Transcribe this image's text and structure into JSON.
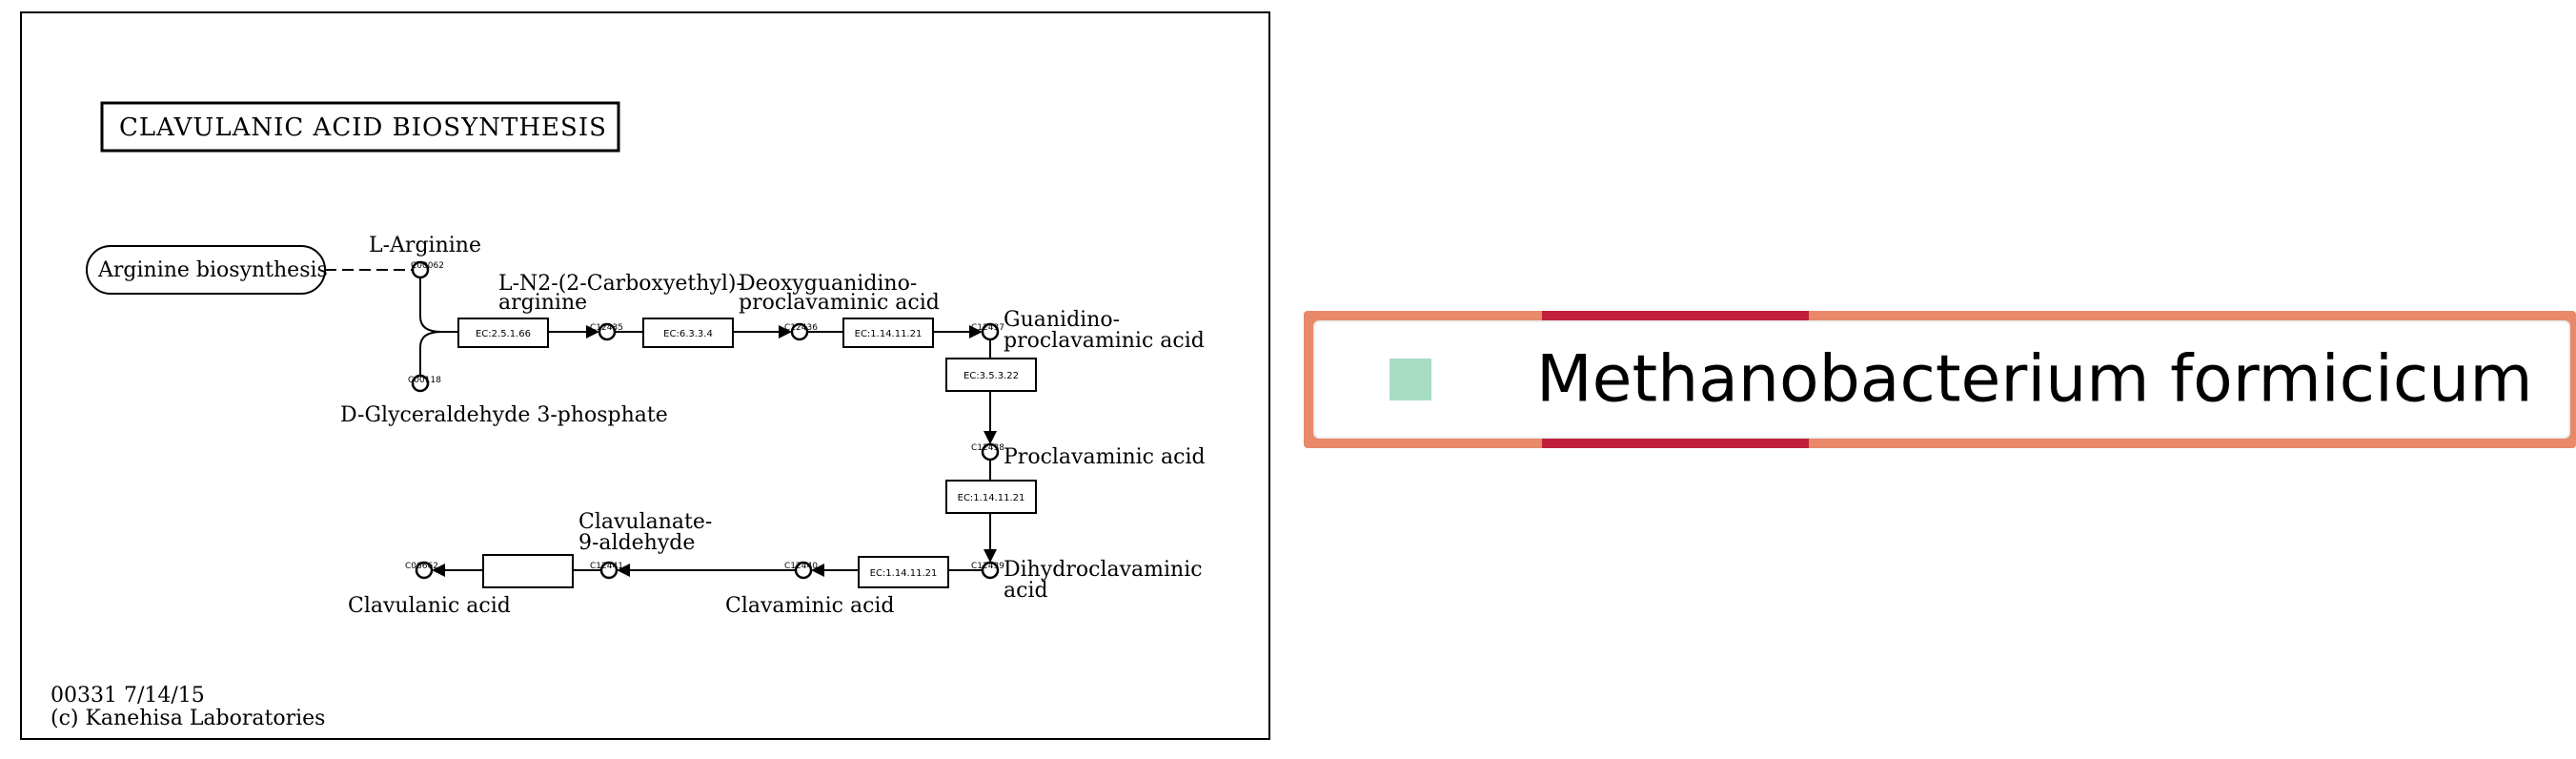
{
  "map": {
    "title": "CLAVULANIC ACID BIOSYNTHESIS",
    "linked_map": "Arginine biosynthesis",
    "footer_id": "00331 7/14/15",
    "footer_copyright": "(c) Kanehisa Laboratories",
    "compounds": {
      "l_arginine": {
        "name": "L-Arginine",
        "id": "C00062"
      },
      "g3p": {
        "name": "D-Glyceraldehyde 3-phosphate",
        "id": "C00118"
      },
      "carboxyethyl_arginine": {
        "name_line1": "L-N2-(2-Carboxyethyl)-",
        "name_line2": "arginine",
        "id": "C12435"
      },
      "deoxyguanidino": {
        "name_line1": "Deoxyguanidino-",
        "name_line2": "proclavaminic acid",
        "id": "C12436"
      },
      "guanidino": {
        "name_line1": "Guanidino-",
        "name_line2": "proclavaminic acid",
        "id": "C12437"
      },
      "proclavaminic": {
        "name": "Proclavaminic acid",
        "id": "C12438"
      },
      "dihydroclavaminic": {
        "name_line1": "Dihydroclavaminic",
        "name_line2": "acid",
        "id": "C12439"
      },
      "clavaminic": {
        "name": "Clavaminic acid",
        "id": "C12440"
      },
      "clavulanate_aldehyde": {
        "name_line1": "Clavulanate-",
        "name_line2": "9-aldehyde",
        "id": "C12441"
      },
      "clavulanic": {
        "name": "Clavulanic acid",
        "id": "C06662"
      }
    },
    "enzymes": {
      "e1": "EC:2.5.1.66",
      "e2": "EC:6.3.3.4",
      "e3": "EC:1.14.11.21",
      "e4": "EC:3.5.3.22",
      "e5": "EC:1.14.11.21",
      "e6": "EC:1.14.11.21",
      "e7": ""
    }
  },
  "legend": {
    "organism": "Methanobacterium formicicum",
    "swatch_color": "#a8dcc4",
    "border_color": "#e8896a",
    "stripe_color": "#c0203c"
  }
}
